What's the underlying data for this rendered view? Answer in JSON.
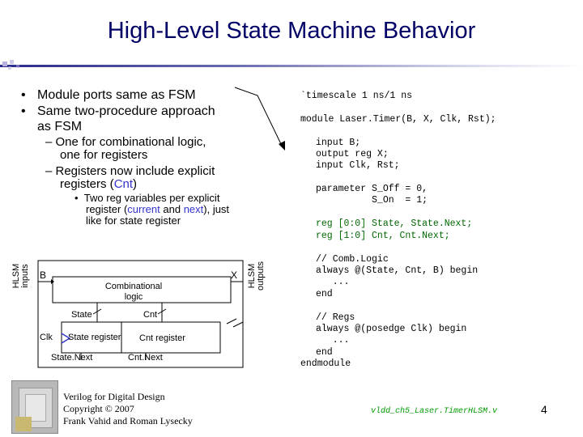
{
  "title": "High-Level State Machine Behavior",
  "bullets": [
    {
      "line1": "Module ports same as FSM"
    },
    {
      "line1": "Same two-procedure approach",
      "line2": "as FSM"
    }
  ],
  "sub_bullets": [
    {
      "line1": "– One for combinational logic,",
      "line2": "one for registers"
    },
    {
      "line1": "– Registers now include explicit",
      "line2": "registers (",
      "accent": "Cnt",
      "line2_end": ")"
    }
  ],
  "sub_sub_bullet": {
    "marker": "•",
    "line1": "Two reg variables per explicit",
    "line2a": "register (",
    "accent1": "current",
    "line2b": " and ",
    "accent2": "next",
    "line2c": "), just",
    "line3": "like for state register"
  },
  "diagram": {
    "hlsm_inputs": "HLSM inputs",
    "hlsm_outputs": "HLSM outputs",
    "input_b": "B",
    "output_x": "X",
    "combinational": "Combinational",
    "logic": "logic",
    "state": "State",
    "cnt": "Cnt",
    "clk": "Clk",
    "state_register": "State register",
    "cnt_register": "Cnt register",
    "state_next": "State.Next",
    "cnt_next": "Cnt.Next"
  },
  "code": {
    "l1": "`timescale 1 ns/1 ns",
    "l2": "module Laser.Timer(B, X, Clk, Rst);",
    "l3": "input B;",
    "l4": "output reg X;",
    "l5": "input Clk, Rst;",
    "l6": "parameter S_Off = 0,",
    "l7": "          S_On  = 1;",
    "l8": "reg [0:0] State, State.Next;",
    "l9": "reg [1:0] Cnt, Cnt.Next;",
    "l10": "// Comb.Logic",
    "l11": "always @(State, Cnt, B) begin",
    "l12": "   ...",
    "l13": "end",
    "l14": "// Regs",
    "l15": "always @(posedge Clk) begin",
    "l16": "   ...",
    "l17": "end",
    "l18": "endmodule"
  },
  "filename": "vldd_ch5_Laser.TimerHLSM.v",
  "footer": {
    "line1": "Verilog for Digital Design",
    "line2": "Copyright © 2007",
    "line3": "Frank Vahid and Roman Lysecky"
  },
  "page_number": "4",
  "colors": {
    "title": "#000066",
    "accent": "#3333cc",
    "code_green": "#006600",
    "filename": "#009900"
  }
}
